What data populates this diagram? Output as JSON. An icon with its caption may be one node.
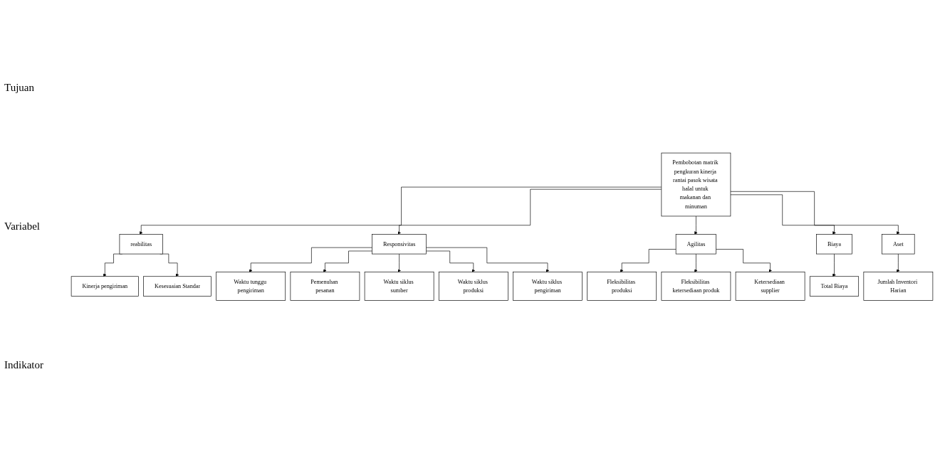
{
  "diagram": {
    "nodes": [
      {
        "text": [
          "Pembobotan matrik pengkuran kinerja rantai pasok wisata halal untuk makanan dan minuman"
        ]
      },
      {
        "text": [
          "reabilitas"
        ]
      },
      {
        "text": [
          "Responsivitas"
        ]
      },
      {
        "text": [
          "Agilitas"
        ]
      },
      {
        "text": [
          "Biaya"
        ]
      },
      {
        "text": [
          "Aset"
        ]
      },
      {
        "text": [
          "Kinerja pengiriman"
        ]
      },
      {
        "text": [
          "Kesesuaian Standar"
        ]
      },
      {
        "text": [
          "Waktu tunggu pengiriman"
        ]
      },
      {
        "text": [
          "Pemenuhan pesanan"
        ]
      },
      {
        "text": [
          "Waktu siklus sumber"
        ]
      },
      {
        "text": [
          "Waktu siklus produksi"
        ]
      },
      {
        "text": [
          "Waktu siklus pengiriman"
        ]
      },
      {
        "text": [
          "Fleksibilitas produksi"
        ]
      },
      {
        "text": [
          "Fleksibilitas ketersediaan produk"
        ]
      },
      {
        "text": [
          "Ketersediaan supplier"
        ]
      },
      {
        "text": [
          "Total Biaya"
        ]
      },
      {
        "text": [
          "Jumlah Inventori Harian"
        ]
      }
    ],
    "edges": [
      {
        "from": 0,
        "to": 1,
        "arrow": "to"
      },
      {
        "from": 0,
        "to": 2,
        "arrow": "to"
      },
      {
        "from": 0,
        "to": 3,
        "arrow": "to"
      },
      {
        "from": 0,
        "to": 4,
        "arrow": "to"
      },
      {
        "from": 0,
        "to": 5,
        "arrow": "to"
      },
      {
        "from": 1,
        "to": 6,
        "arrow": "to"
      },
      {
        "from": 1,
        "to": 7,
        "arrow": "to"
      },
      {
        "from": 2,
        "to": 8,
        "arrow": "to"
      },
      {
        "from": 2,
        "to": 9,
        "arrow": "to"
      },
      {
        "from": 2,
        "to": 10,
        "arrow": "to"
      },
      {
        "from": 2,
        "to": 11,
        "arrow": "to"
      },
      {
        "from": 2,
        "to": 12,
        "arrow": "to"
      },
      {
        "from": 3,
        "to": 13,
        "arrow": "to"
      },
      {
        "from": 3,
        "to": 14,
        "arrow": "to"
      },
      {
        "from": 3,
        "to": 15,
        "arrow": "to"
      },
      {
        "from": 4,
        "to": 16,
        "arrow": "to"
      },
      {
        "from": 5,
        "to": 17,
        "arrow": "to"
      }
    ],
    "labels": [
      "Tujuan",
      "Variabel",
      "Indikator"
    ]
  }
}
